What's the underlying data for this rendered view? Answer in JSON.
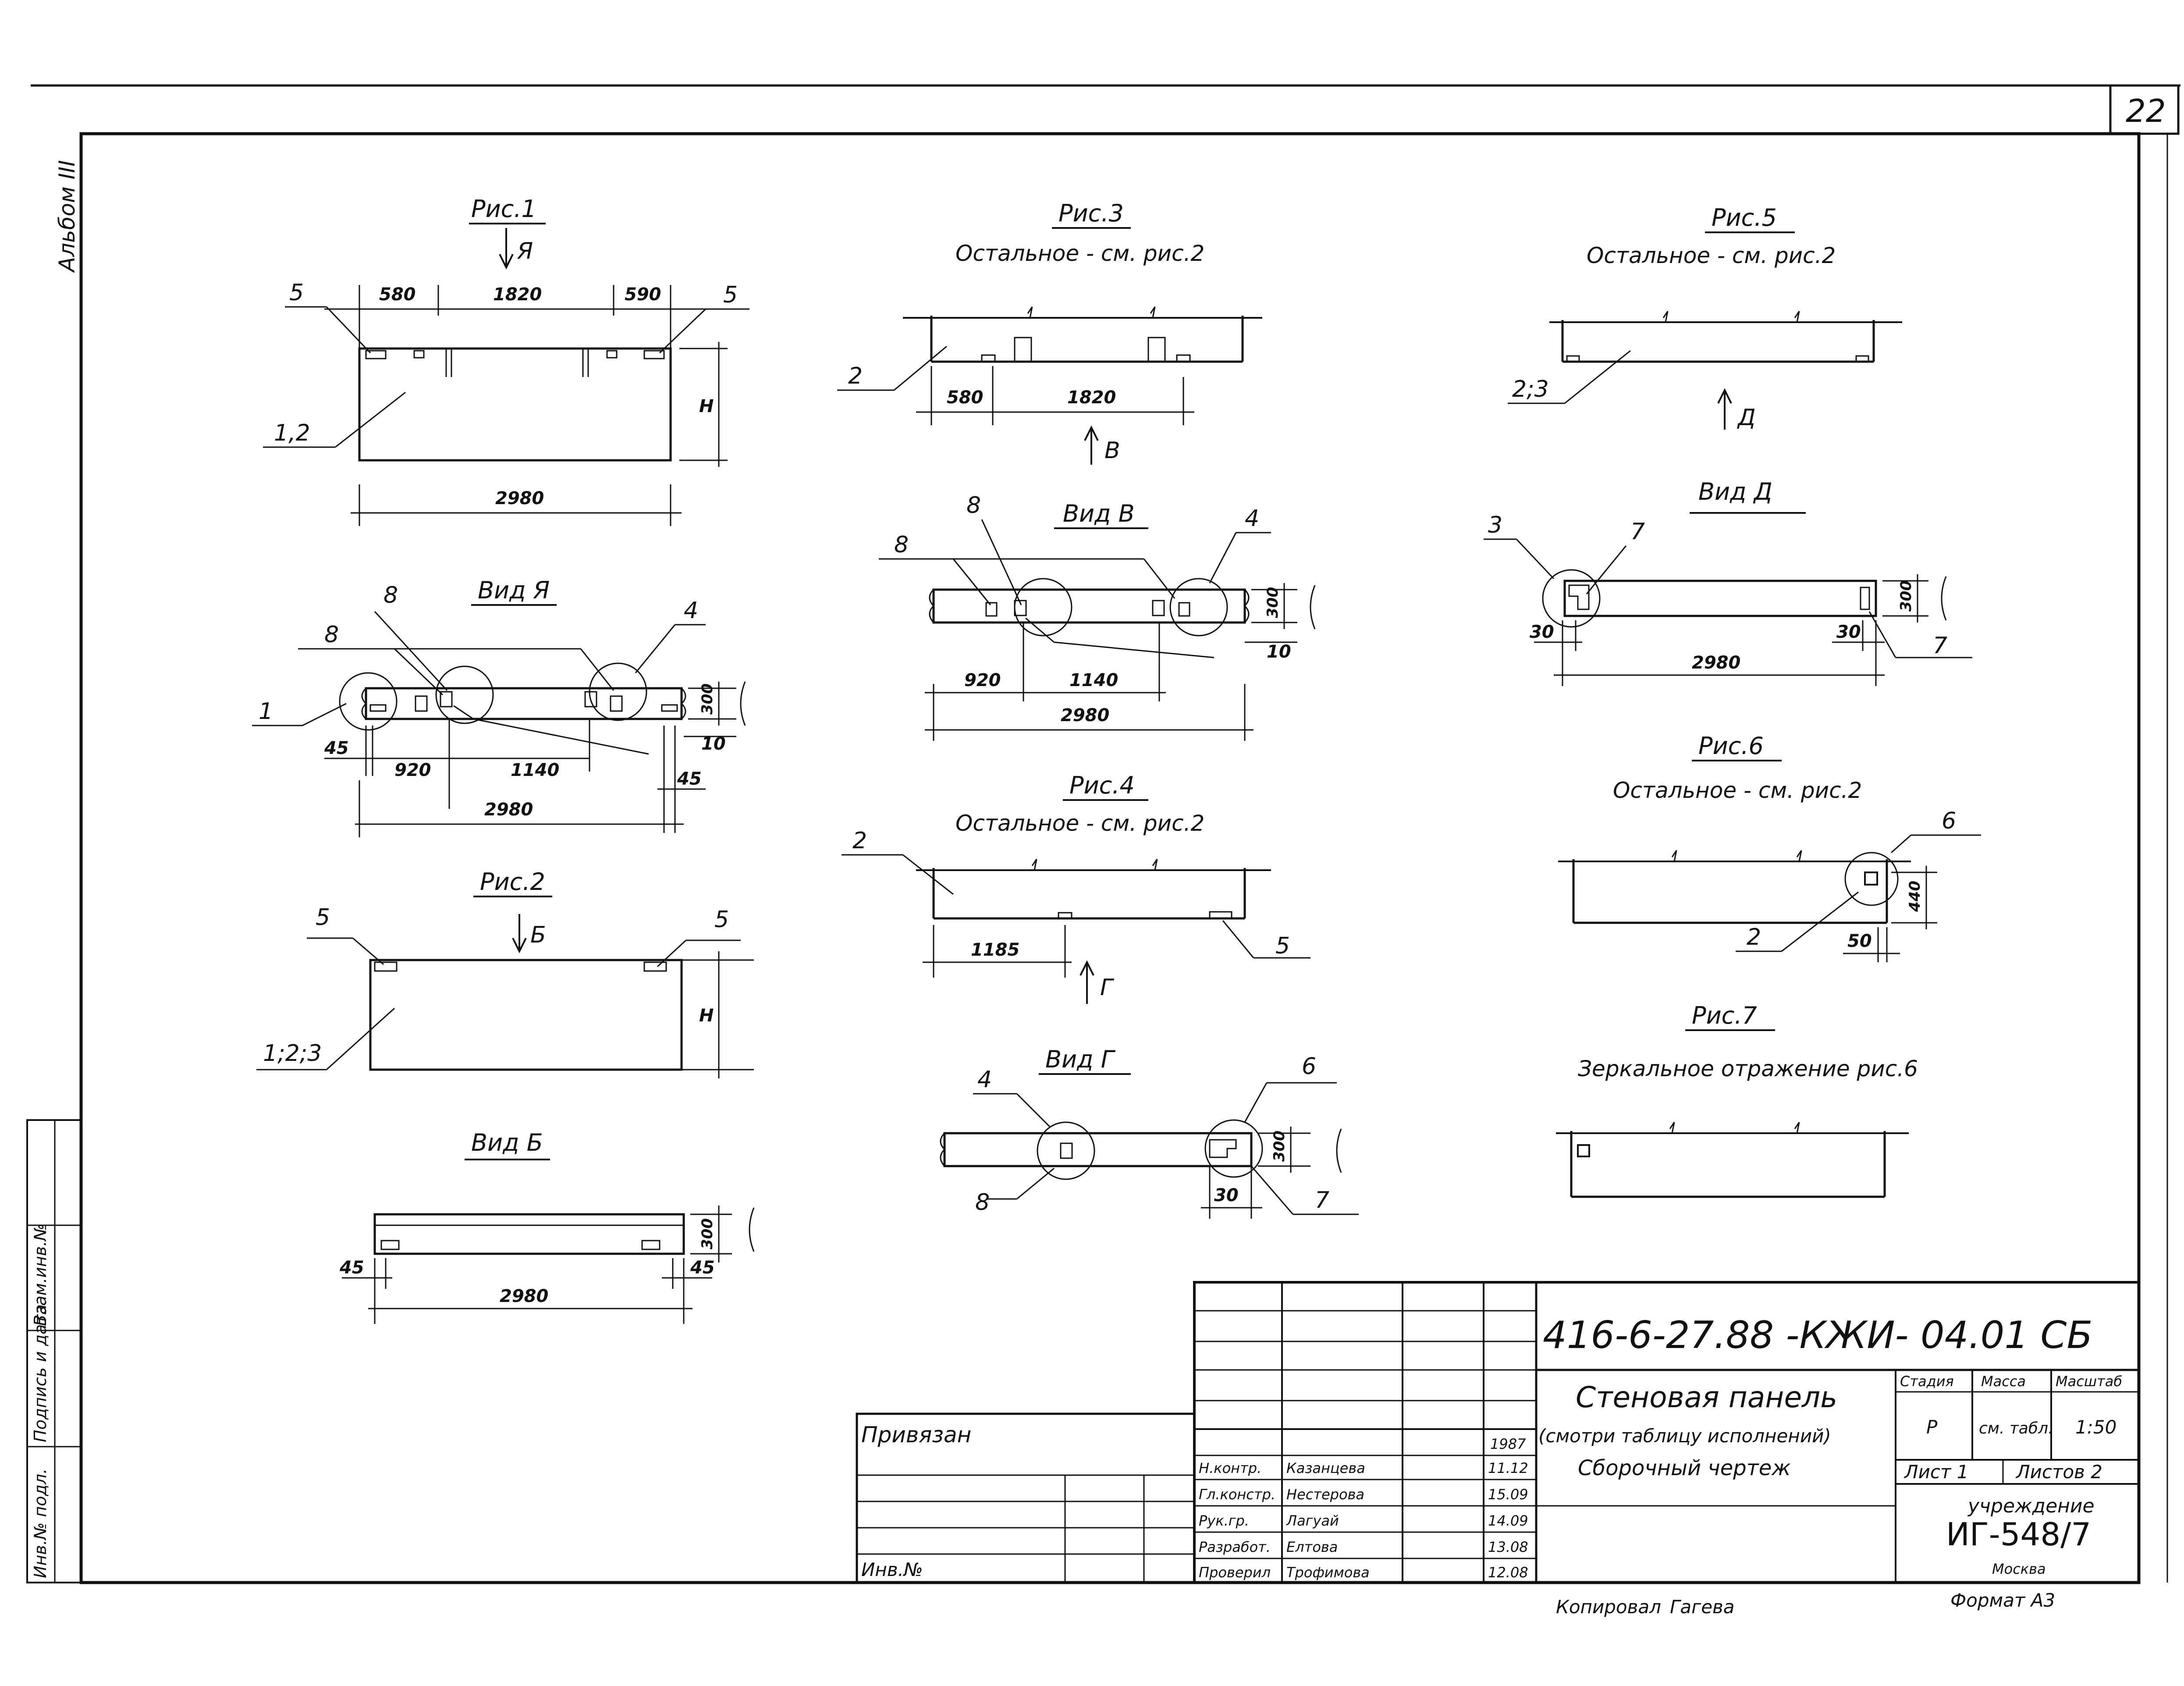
{
  "sheet": {
    "page_number": "22",
    "album": "Альбом III",
    "left_strip": [
      "Инв.№ подл.",
      "Подпись и дата",
      "Взам.инв.№"
    ]
  },
  "fig1": {
    "title": "Рис.1",
    "arrow": "Я",
    "dims": {
      "left": "580",
      "middle": "1820",
      "right": "590",
      "total": "2980",
      "height": "H"
    },
    "labels": {
      "left": "5",
      "right": "5",
      "body": "1,2"
    }
  },
  "viewA": {
    "title": "Вид Я",
    "dims": {
      "edge_left": "45",
      "a": "920",
      "b": "1140",
      "edge_right": "45",
      "total": "2980",
      "thick": "300",
      "small": "10"
    },
    "labels": {
      "l1": "1",
      "l8a": "8",
      "l8b": "8",
      "l4": "4"
    }
  },
  "fig2": {
    "title": "Рис.2",
    "arrow": "Б",
    "dims": {
      "height": "H"
    },
    "labels": {
      "left": "5",
      "right": "5",
      "body": "1;2;3"
    }
  },
  "viewB": {
    "title": "Вид Б",
    "dims": {
      "left": "45",
      "total": "2980",
      "right": "45",
      "thick": "300"
    }
  },
  "fig3": {
    "title": "Рис.3",
    "subtitle": "Остальное - см. рис.2",
    "arrow": "В",
    "dims": {
      "a": "580",
      "b": "1820"
    },
    "labels": {
      "body": "2"
    }
  },
  "viewV": {
    "title": "Вид В",
    "dims": {
      "a": "920",
      "b": "1140",
      "total": "2980",
      "thick": "300",
      "small": "10"
    },
    "labels": {
      "l8a": "8",
      "l8b": "8",
      "l4": "4"
    }
  },
  "fig4": {
    "title": "Рис.4",
    "subtitle": "Остальное - см. рис.2",
    "arrow": "Г",
    "dims": {
      "a": "1185"
    },
    "labels": {
      "body": "2",
      "right": "5"
    }
  },
  "viewG": {
    "title": "Вид Г",
    "dims": {
      "thick": "300",
      "small": "30"
    },
    "labels": {
      "l4": "4",
      "l8": "8",
      "l6": "6",
      "l7": "7"
    }
  },
  "fig5": {
    "title": "Рис.5",
    "subtitle": "Остальное - см. рис.2",
    "arrow": "Д",
    "labels": {
      "body": "2;3"
    }
  },
  "viewD": {
    "title": "Вид Д",
    "dims": {
      "left": "30",
      "total": "2980",
      "right": "30",
      "thick": "300"
    },
    "labels": {
      "l3": "3",
      "l7a": "7",
      "l7b": "7"
    }
  },
  "fig6": {
    "title": "Рис.6",
    "subtitle": "Остальное - см. рис.2",
    "dims": {
      "h": "440",
      "w": "50"
    },
    "labels": {
      "l6": "6",
      "l2": "2"
    }
  },
  "fig7": {
    "title": "Рис.7",
    "subtitle": "Зеркальное отражение рис.6"
  },
  "title_block": {
    "doc_code": "416-6-27.88 -КЖИ- 04.01 СБ",
    "name": "Стеновая панель",
    "name_sub": "(смотри таблицу исполнений)",
    "name_type": "Сборочный чертеж",
    "headers": {
      "stage": "Стадия",
      "mass": "Масса",
      "scale": "Масштаб"
    },
    "values": {
      "stage": "Р",
      "mass": "см. табл.",
      "scale": "1:50"
    },
    "sheet": "Лист 1",
    "sheets": "Листов 2",
    "org": "учреждение",
    "org_code": "ИГ-548/7",
    "city": "Москва",
    "year": "1987",
    "rows": [
      {
        "role": "Н.контр.",
        "name": "Казанцева",
        "date": "11.12"
      },
      {
        "role": "Гл.констр.",
        "name": "Нестерова",
        "date": "15.09"
      },
      {
        "role": "Рук.гр.",
        "name": "Лагуай",
        "date": "14.09"
      },
      {
        "role": "Разработ.",
        "name": "Елтова",
        "date": "13.08"
      },
      {
        "role": "Проверил",
        "name": "Трофимова",
        "date": "12.08"
      }
    ]
  },
  "bound_block": {
    "title": "Привязан",
    "inv": "Инв.№"
  },
  "footer": {
    "copied": "Копировал",
    "copier": "Гагева",
    "format": "Формат А3"
  }
}
